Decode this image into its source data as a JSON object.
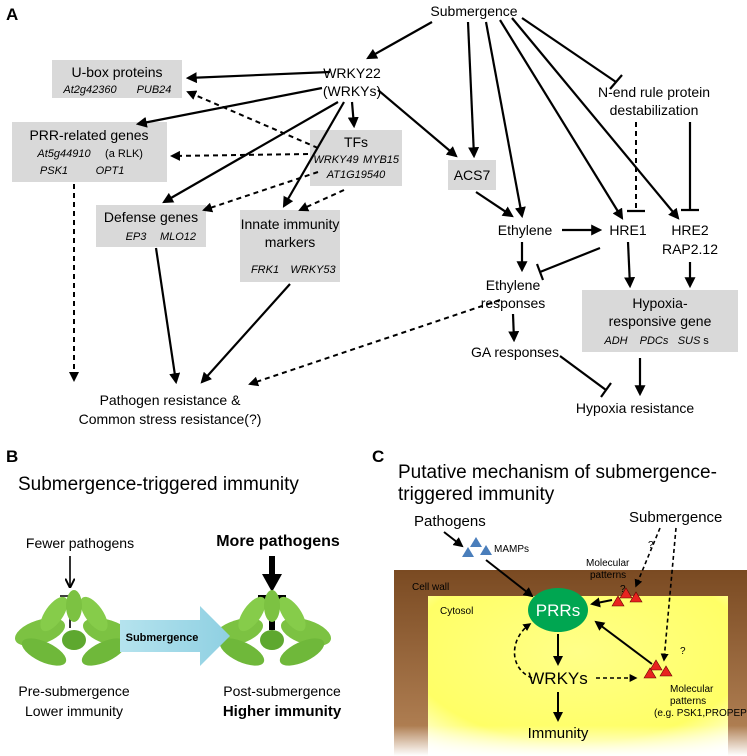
{
  "panelA": {
    "letter": "A",
    "submergence": "Submergence",
    "wrky22_line1": "WRKY22",
    "wrky22_line2": "(WRKYs)",
    "ubox_title": "U-box proteins",
    "ubox_gene1": "At2g42360",
    "ubox_gene2": "PUB24",
    "prr_title": "PRR-related genes",
    "prr_gene1": "At5g44910",
    "prr_gene1_note": "(a RLK)",
    "prr_gene2": "PSK1",
    "prr_gene3": "OPT1",
    "tfs_title": "TFs",
    "tfs_gene1": "WRKY49",
    "tfs_gene2": "MYB15",
    "tfs_gene3": "AT1G19540",
    "defense_title": "Defense genes",
    "defense_gene1": "EP3",
    "defense_gene2": "MLO12",
    "innate_line1": "Innate immunity",
    "innate_line2": "markers",
    "innate_gene1": "FRK1",
    "innate_gene2": "WRKY53",
    "acs7": "ACS7",
    "nend_line1": "N-end rule protein",
    "nend_line2": "destabilization",
    "ethylene": "Ethylene",
    "hre1": "HRE1",
    "hre2": "HRE2",
    "rap212": "RAP2.12",
    "eth_resp_line1": "Ethylene",
    "eth_resp_line2": "responses",
    "hyp_line1": "Hypoxia-",
    "hyp_line2": "responsive gene",
    "hyp_gene1": "ADH",
    "hyp_gene2": "PDCs",
    "hyp_gene3": "SUS",
    "hyp_gene3_suffix": "s",
    "ga": "GA responses",
    "pathogen_line1": "Pathogen resistance &",
    "pathogen_line2": "Common stress resistance(?)",
    "hypoxia_res": "Hypoxia resistance"
  },
  "panelB": {
    "letter": "B",
    "title": "Submergence-triggered immunity",
    "fewer": "Fewer pathogens",
    "more": "More pathogens",
    "arrow_label": "Submergence",
    "pre_line1": "Pre-submergence",
    "pre_line2": "Lower immunity",
    "post_line1": "Post-submergence",
    "post_line2": "Higher immunity"
  },
  "panelC": {
    "letter": "C",
    "title_line1": "Putative mechanism of submergence-",
    "title_line2": "triggered immunity",
    "pathogens": "Pathogens",
    "mamps": "MAMPs",
    "submergence": "Submergence",
    "mol1_line1": "Molecular",
    "mol1_line2": "patterns",
    "q1": "?",
    "q2": "?",
    "q3": "?",
    "cell_wall": "Cell wall",
    "cytosol": "Cytosol",
    "prrs": "PRRs",
    "wrkys": "WRKYs",
    "immunity": "Immunity",
    "mol2_line1": "Molecular",
    "mol2_line2": "patterns",
    "mol2_line3": "(e.g. PSK1,PROPEPs)"
  },
  "colors": {
    "box_gray": "#d9d9d9",
    "prr_green": "#00a651",
    "cell_wall_brown": "#8b5a2b",
    "cytosol_yellow": "#ffff66",
    "arrow_cyan": "#9fd9e6",
    "plant_green": "#7cc242",
    "mamp_blue": "#4a7ebb",
    "mol_red": "#e8231f"
  }
}
